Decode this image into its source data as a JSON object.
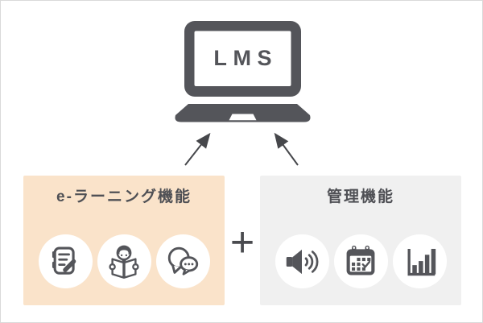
{
  "diagram": {
    "laptop": {
      "screen_label": "LMS"
    },
    "plus_sign": "+",
    "panels": {
      "left": {
        "title": "e-ラーニング機能",
        "icons": [
          "memo-pencil-icon",
          "reading-book-icon",
          "chat-bubbles-icon"
        ]
      },
      "right": {
        "title": "管理機能",
        "icons": [
          "speaker-icon",
          "calendar-check-icon",
          "bar-chart-icon"
        ]
      }
    },
    "colors": {
      "dark_gray": "#54555a",
      "left_panel_bg": "#fae3ca",
      "right_panel_bg": "#f0f0f0",
      "circle_bg": "#ffffff",
      "arrow": "#46474b"
    }
  }
}
